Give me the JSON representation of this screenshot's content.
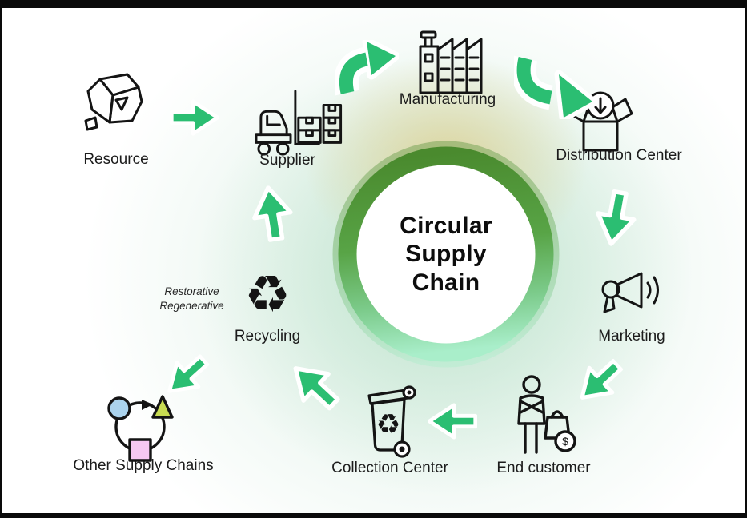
{
  "diagram": {
    "title_lines": [
      "Circular",
      "Supply",
      "Chain"
    ]
  },
  "nodes": {
    "resource": {
      "label": "Resource",
      "icon": "rock-icon"
    },
    "supplier": {
      "label": "Supplier",
      "icon": "forklift-boxes-icon"
    },
    "manufacturing": {
      "label": "Manufacturing",
      "icon": "factory-icon"
    },
    "distribution_center": {
      "label": "Distribution Center",
      "icon": "open-box-download-icon"
    },
    "marketing": {
      "label": "Marketing",
      "icon": "megaphone-icon"
    },
    "end_customer": {
      "label": "End customer",
      "icon": "person-shopping-bag-icon",
      "currency_symbol": "$"
    },
    "collection_center": {
      "label": "Collection Center",
      "icon": "recycle-bin-icon",
      "recycle_glyph": "♻"
    },
    "recycling": {
      "label": "Recycling",
      "icon": "recycle-arrows-icon",
      "glyph": "♻"
    },
    "other_supply_chains": {
      "label": "Other Supply Chains",
      "icon": "cycle-shapes-icon"
    }
  },
  "annotation": {
    "lines": [
      "Restorative",
      "Regenerative"
    ]
  },
  "colors": {
    "arrow_green": "#2BBE72",
    "ring_gradient_top": "#4A8A2E",
    "ring_gradient_bottom": "#A9EECA",
    "glow_yellow": "#E6DFAF",
    "glow_green": "#CFEBDC",
    "shape_blue": "#ABD3ED",
    "shape_yellow_green": "#C8DC52",
    "shape_pink": "#F6C8F2",
    "frame_black": "#0A0A0A"
  }
}
